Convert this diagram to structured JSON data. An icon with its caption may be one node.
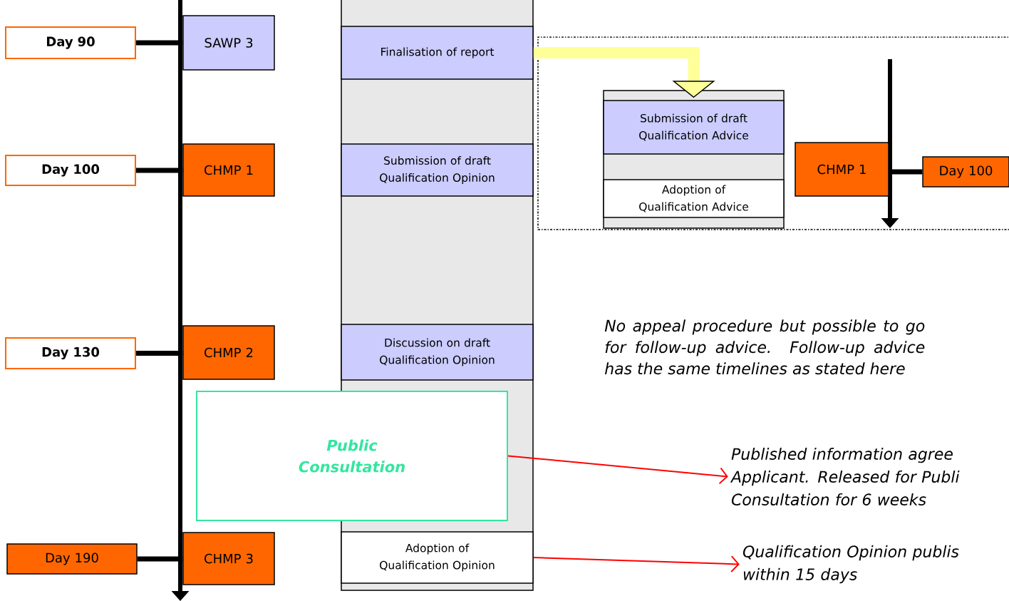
{
  "diagram": {
    "nodes": [
      {
        "text": [
          "Day 90"
        ]
      },
      {
        "text": [
          "SAWP 3"
        ]
      },
      {
        "text": [
          "Day 100"
        ]
      },
      {
        "text": [
          "CHMP 1"
        ]
      },
      {
        "text": [
          "Day 130"
        ]
      },
      {
        "text": [
          "CHMP 2"
        ]
      },
      {
        "text": [
          "Day 190"
        ]
      },
      {
        "text": [
          "CHMP 3"
        ]
      },
      {
        "text": [
          "Finalisation of report"
        ]
      },
      {
        "text": [
          "Submission of draft Qualification Opinion"
        ]
      },
      {
        "text": [
          "Discussion on draft Qualification Opinion"
        ]
      },
      {
        "text": [
          "Public Consultation"
        ]
      },
      {
        "text": [
          "Adoption of Qualification Opinion"
        ]
      },
      {
        "text": [
          "Submission of draft Qualification Advice"
        ]
      },
      {
        "text": [
          "Adoption of Qualification Advice"
        ]
      },
      {
        "text": [
          "CHMP 1"
        ]
      },
      {
        "text": [
          "Day 100"
        ]
      },
      {
        "text": [
          "Published information agree Applicant. Released for Publi Consultation for 6 weeks"
        ]
      },
      {
        "text": [
          "Qualification Opinion publis within 15 days"
        ]
      }
    ],
    "edges": [
      {
        "from": 0,
        "to": 1,
        "arrow": "none"
      },
      {
        "from": 2,
        "to": 3,
        "arrow": "none"
      },
      {
        "from": 4,
        "to": 5,
        "arrow": "none"
      },
      {
        "from": 6,
        "to": 7,
        "arrow": "none"
      },
      {
        "from": 16,
        "to": 15,
        "arrow": "none"
      },
      {
        "from": 8,
        "to": 13,
        "arrow": "to",
        "style": "thick",
        "color": "#ffff99"
      },
      {
        "from": 11,
        "to": 17,
        "arrow": "to",
        "color": "#ff0000"
      },
      {
        "from": 12,
        "to": 18,
        "arrow": "to",
        "color": "#ff0000"
      }
    ],
    "labels": [
      "No appeal procedure but possible to go for follow-up advice. Follow-up advice has the same timelines as stated here"
    ]
  }
}
